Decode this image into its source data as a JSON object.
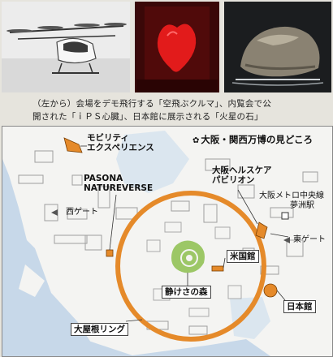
{
  "caption": {
    "line1": "（左から）会場をデモ飛行する「空飛ぶクルマ」、内覧会で公",
    "line2": "開された「ｉＰＳ心臓」、日本館に展示される「火星の石」"
  },
  "map": {
    "title": "大阪・関西万博の見どころ",
    "title_mark": "✿",
    "labels": {
      "mobility_line1": "モビリティ",
      "mobility_line2": "エクスペリエンス",
      "pasona_line1": "PASONA",
      "pasona_line2": "NATUREVERSE",
      "west_gate": "西ゲート",
      "health_line1": "大阪ヘルスケア",
      "health_line2": "パビリオン",
      "metro_line1": "大阪メトロ中央線",
      "metro_line2": "夢洲駅",
      "east_gate": "東ゲート",
      "usa": "米国館",
      "forest": "静けさの森",
      "japan": "日本館",
      "ring": "大屋根リング"
    },
    "colors": {
      "sea": "#c7d8e9",
      "land": "#f4f4f2",
      "ring": "#e58a2a",
      "forest": "#9cc766"
    }
  }
}
